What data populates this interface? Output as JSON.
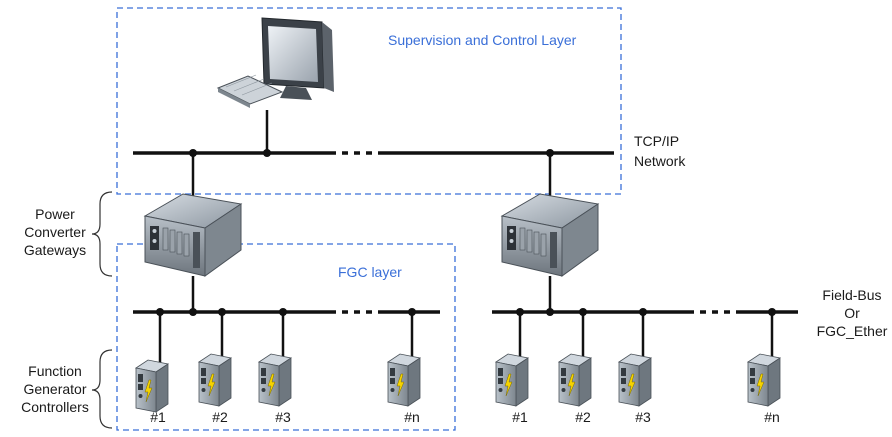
{
  "layers": {
    "supervision": "Supervision and Control Layer",
    "fgc": "FGC layer"
  },
  "networks": {
    "tcpip_line1": "TCP/IP",
    "tcpip_line2": "Network",
    "fieldbus_line1": "Field-Bus",
    "fieldbus_line2": "Or",
    "fieldbus_line3": "FGC_Ether"
  },
  "side_labels": {
    "gateways": [
      "Power",
      "Converter",
      "Gateways"
    ],
    "fgc": [
      "Function",
      "Generator",
      "Controllers"
    ]
  },
  "controllers": {
    "left": [
      "#1",
      "#2",
      "#3",
      "#n"
    ],
    "right": [
      "#1",
      "#2",
      "#3",
      "#n"
    ]
  },
  "icons": {
    "workstation": "computer-workstation-icon",
    "gateway": "rack-server-icon",
    "controller": "power-controller-icon"
  },
  "colors": {
    "layer_outline": "#3a6fd8",
    "bus": "#111111"
  }
}
